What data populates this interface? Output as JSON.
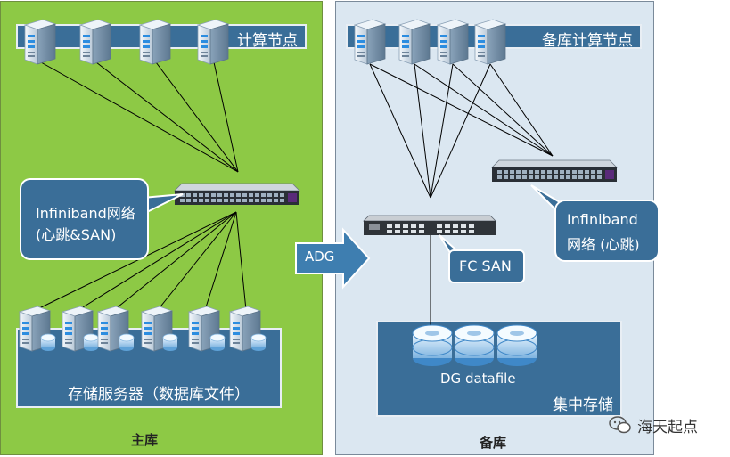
{
  "primary": {
    "compute_label": "计算节点",
    "infiniband_label_line1": "Infiniband网络",
    "infiniband_label_line2": "(心跳&SAN)",
    "storage_label": "存储服务器（数据库文件）",
    "panel_title": "主库"
  },
  "standby": {
    "compute_label": "备库计算节点",
    "infiniband_label_line1": "Infiniband",
    "infiniband_label_line2": "网络 (心跳)",
    "fc_label": "FC SAN",
    "datafile_label": "DG datafile",
    "storage_label": "集中存储",
    "panel_title": "备库"
  },
  "arrow_label": "ADG",
  "watermark": "海天起点",
  "colors": {
    "primary_bg": "#8dc945",
    "standby_bg": "#dbe7f1",
    "band": "#3a6e98",
    "arrow": "#3e7eb0"
  },
  "icons": [
    "server-icon",
    "switch-icon",
    "disk-icon",
    "wechat-icon"
  ]
}
